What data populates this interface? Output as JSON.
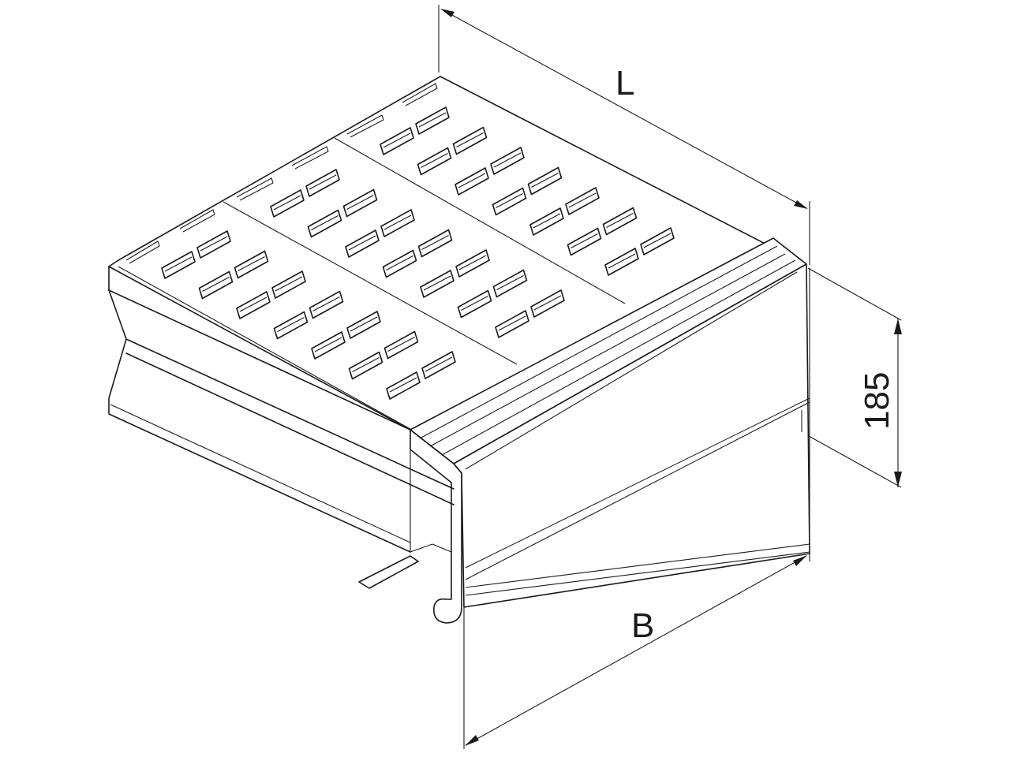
{
  "dimensions": {
    "length_label": "L",
    "height_label": "185",
    "width_label": "B"
  }
}
